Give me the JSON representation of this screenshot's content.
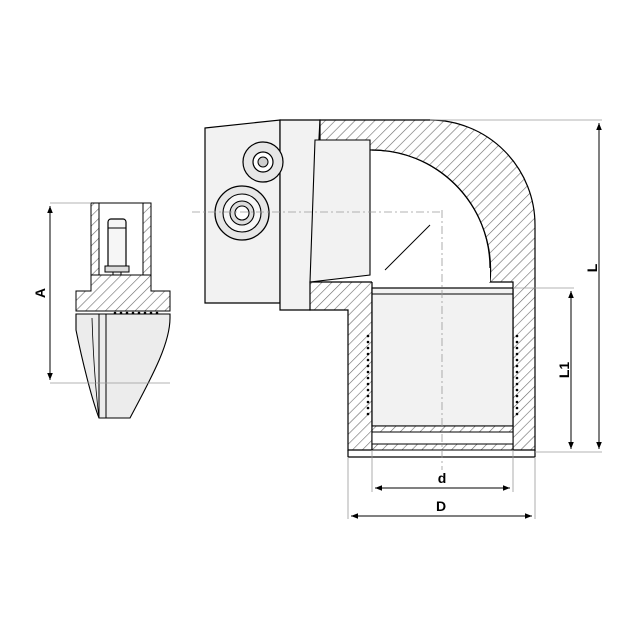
{
  "labels": {
    "A": "A",
    "L": "L",
    "L1": "L1",
    "d": "d",
    "D": "D"
  },
  "colors": {
    "background": "#ffffff",
    "body_fill": "#f2f2f2",
    "pipe_fill": "#ececec",
    "line": "#000000",
    "dim_line": "#9a9a9a",
    "hatch": "#6a6a6a"
  }
}
